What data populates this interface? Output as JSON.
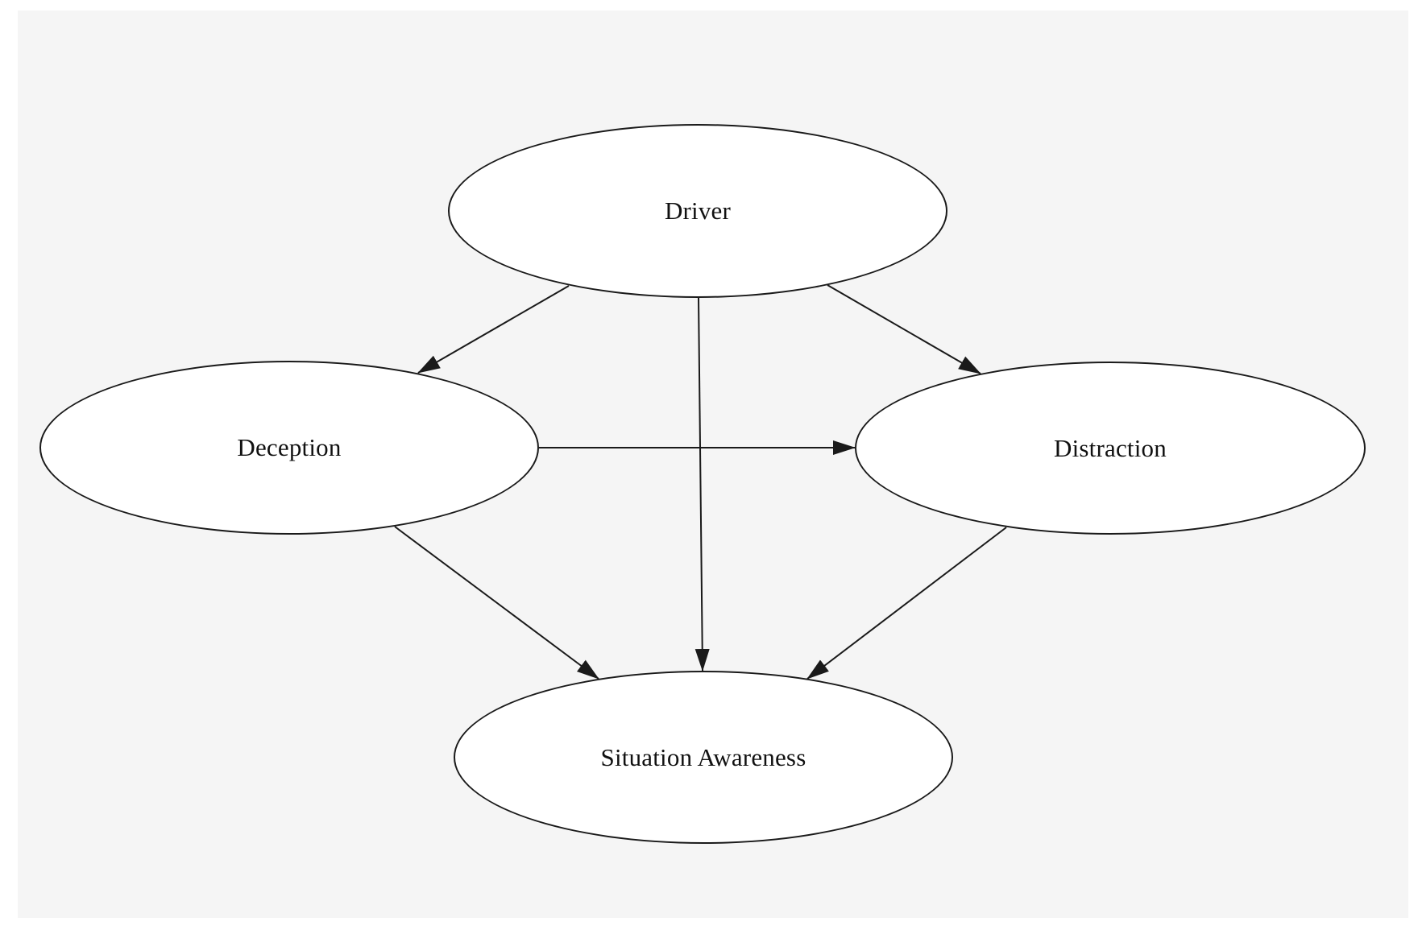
{
  "diagram": {
    "nodes": [
      {
        "id": "driver",
        "label": "Driver"
      },
      {
        "id": "deception",
        "label": "Deception"
      },
      {
        "id": "distraction",
        "label": "Distraction"
      },
      {
        "id": "situation-awareness",
        "label": "Situation Awareness"
      }
    ],
    "edges": [
      {
        "from": "Driver",
        "to": "Deception"
      },
      {
        "from": "Driver",
        "to": "Distraction"
      },
      {
        "from": "Driver",
        "to": "Situation Awareness"
      },
      {
        "from": "Deception",
        "to": "Distraction"
      },
      {
        "from": "Deception",
        "to": "Situation Awareness"
      },
      {
        "from": "Distraction",
        "to": "Situation Awareness"
      }
    ],
    "colors": {
      "page_background": "#ffffff",
      "panel_background": "#f5f5f5",
      "node_fill": "#ffffff",
      "stroke": "#1a1a1a",
      "text": "#111111"
    }
  }
}
